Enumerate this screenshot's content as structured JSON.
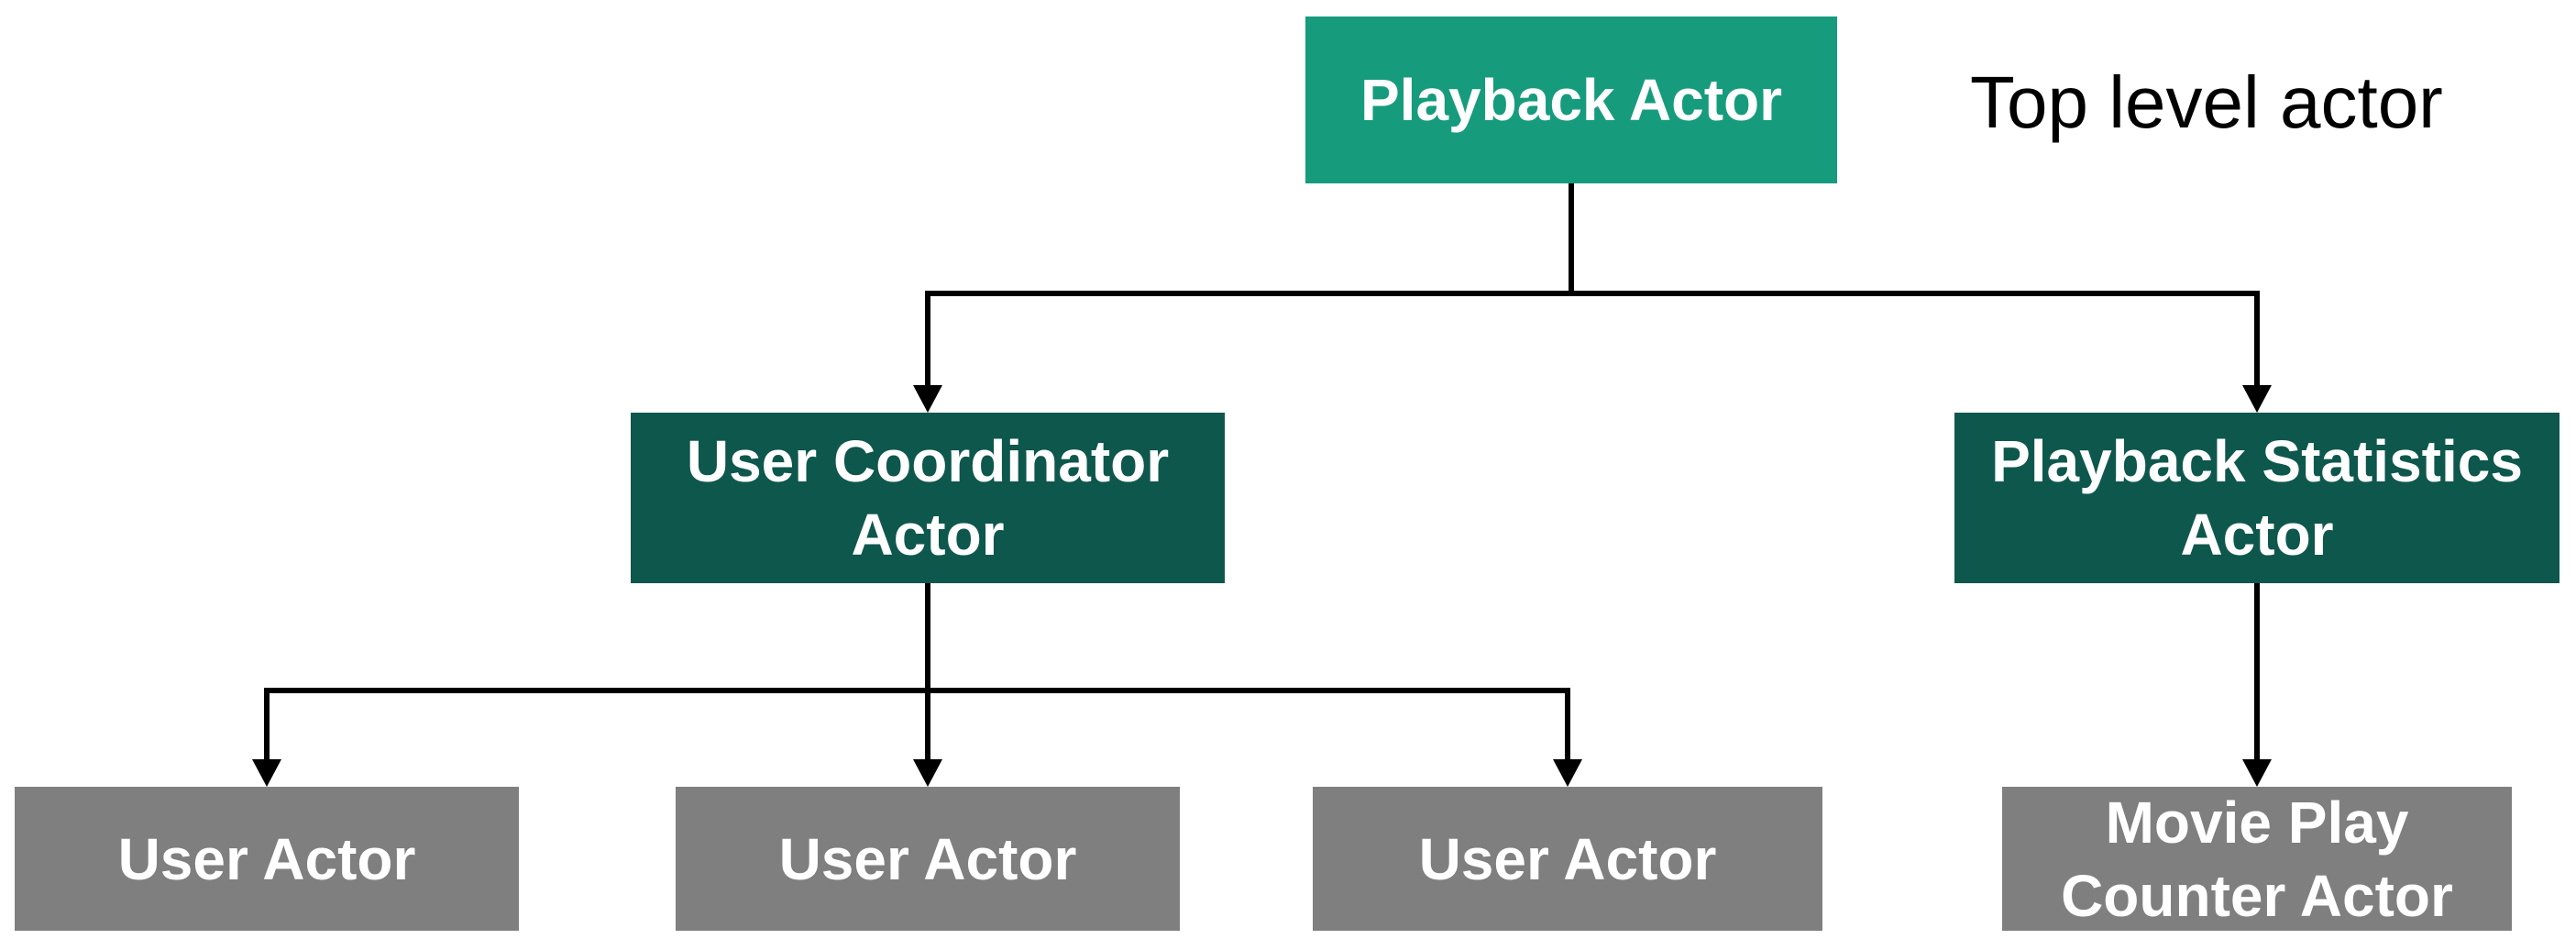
{
  "diagram": {
    "type": "actor-hierarchy",
    "background": "#ffffff",
    "annotation": {
      "label": "Top level actor"
    },
    "nodes": {
      "playback_actor": {
        "label": "Playback Actor",
        "level": 1,
        "color": "#169b7d",
        "text_color": "#ffffff"
      },
      "user_coordinator": {
        "label": "User Coordinator\nActor",
        "level": 2,
        "color": "#0e574d",
        "text_color": "#ffffff"
      },
      "playback_statistics": {
        "label": "Playback Statistics\nActor",
        "level": 2,
        "color": "#0e574d",
        "text_color": "#ffffff"
      },
      "user_actor_1": {
        "label": "User Actor",
        "level": 3,
        "color": "#7f7f7f",
        "text_color": "#ffffff"
      },
      "user_actor_2": {
        "label": "User Actor",
        "level": 3,
        "color": "#7f7f7f",
        "text_color": "#ffffff"
      },
      "user_actor_3": {
        "label": "User Actor",
        "level": 3,
        "color": "#7f7f7f",
        "text_color": "#ffffff"
      },
      "movie_play_counter": {
        "label": "Movie Play\nCounter Actor",
        "level": 3,
        "color": "#7f7f7f",
        "text_color": "#ffffff"
      }
    },
    "edges": [
      {
        "from": "playback_actor",
        "to": "user_coordinator"
      },
      {
        "from": "playback_actor",
        "to": "playback_statistics"
      },
      {
        "from": "user_coordinator",
        "to": "user_actor_1"
      },
      {
        "from": "user_coordinator",
        "to": "user_actor_2"
      },
      {
        "from": "user_coordinator",
        "to": "user_actor_3"
      },
      {
        "from": "playback_statistics",
        "to": "movie_play_counter"
      }
    ],
    "connector_color": "#000000"
  }
}
